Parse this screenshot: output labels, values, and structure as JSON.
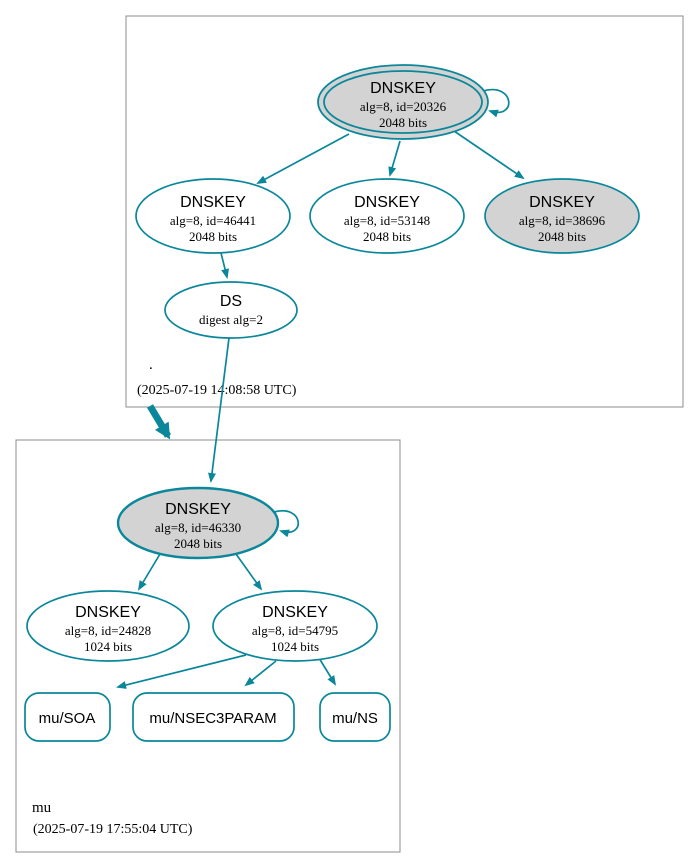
{
  "colors": {
    "edge_secure": "#0a879a",
    "sep_key_fill": "#d3d3d3",
    "node_fill": "#ffffff",
    "zone_box_border": "#8c8c8c",
    "text": "#000000"
  },
  "root_zone": {
    "name": ".",
    "timestamp": "(2025-07-19 14:08:58 UTC)",
    "ksk": {
      "title": "DNSKEY",
      "detail": "alg=8, id=20326",
      "bits": "2048 bits"
    },
    "zsk_left": {
      "title": "DNSKEY",
      "detail": "alg=8, id=46441",
      "bits": "2048 bits"
    },
    "zsk_mid": {
      "title": "DNSKEY",
      "detail": "alg=8, id=53148",
      "bits": "2048 bits"
    },
    "key_right": {
      "title": "DNSKEY",
      "detail": "alg=8, id=38696",
      "bits": "2048 bits"
    },
    "ds": {
      "title": "DS",
      "detail": "digest alg=2"
    }
  },
  "mu_zone": {
    "name": "mu",
    "timestamp": "(2025-07-19 17:55:04 UTC)",
    "ksk": {
      "title": "DNSKEY",
      "detail": "alg=8, id=46330",
      "bits": "2048 bits"
    },
    "zsk_left": {
      "title": "DNSKEY",
      "detail": "alg=8, id=24828",
      "bits": "1024 bits"
    },
    "zsk_right": {
      "title": "DNSKEY",
      "detail": "alg=8, id=54795",
      "bits": "1024 bits"
    },
    "rrsets": [
      {
        "label": "mu/SOA"
      },
      {
        "label": "mu/NSEC3PARAM"
      },
      {
        "label": "mu/NS"
      }
    ]
  }
}
